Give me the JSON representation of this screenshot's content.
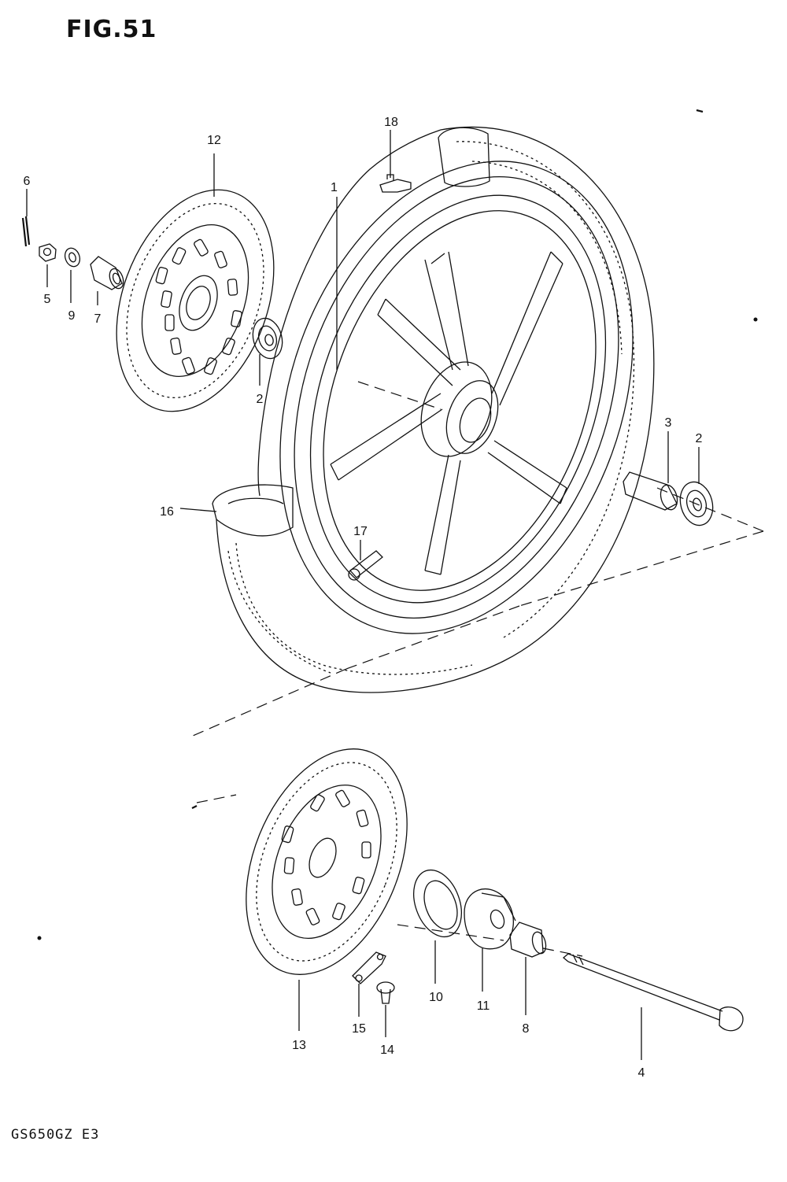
{
  "figure": {
    "title": "FIG.51",
    "model": "GS650GZ E3"
  },
  "callouts": [
    {
      "number": "1",
      "part": "wheel"
    },
    {
      "number": "2",
      "part": "bearing-upper"
    },
    {
      "number": "2",
      "part": "bearing-right"
    },
    {
      "number": "3",
      "part": "spacer"
    },
    {
      "number": "4",
      "part": "axle"
    },
    {
      "number": "5",
      "part": "nut"
    },
    {
      "number": "6",
      "part": "cotter-pin"
    },
    {
      "number": "7",
      "part": "collar"
    },
    {
      "number": "8",
      "part": "collar"
    },
    {
      "number": "9",
      "part": "washer"
    },
    {
      "number": "10",
      "part": "dust-seal"
    },
    {
      "number": "11",
      "part": "hub-gear"
    },
    {
      "number": "12",
      "part": "brake-disc-left"
    },
    {
      "number": "13",
      "part": "brake-disc-right"
    },
    {
      "number": "14",
      "part": "bolt"
    },
    {
      "number": "15",
      "part": "lock-washer"
    },
    {
      "number": "16",
      "part": "tire"
    },
    {
      "number": "17",
      "part": "valve"
    },
    {
      "number": "18",
      "part": "balancer-weight"
    }
  ],
  "colors": {
    "ink": "#111111",
    "paper": "#ffffff"
  }
}
